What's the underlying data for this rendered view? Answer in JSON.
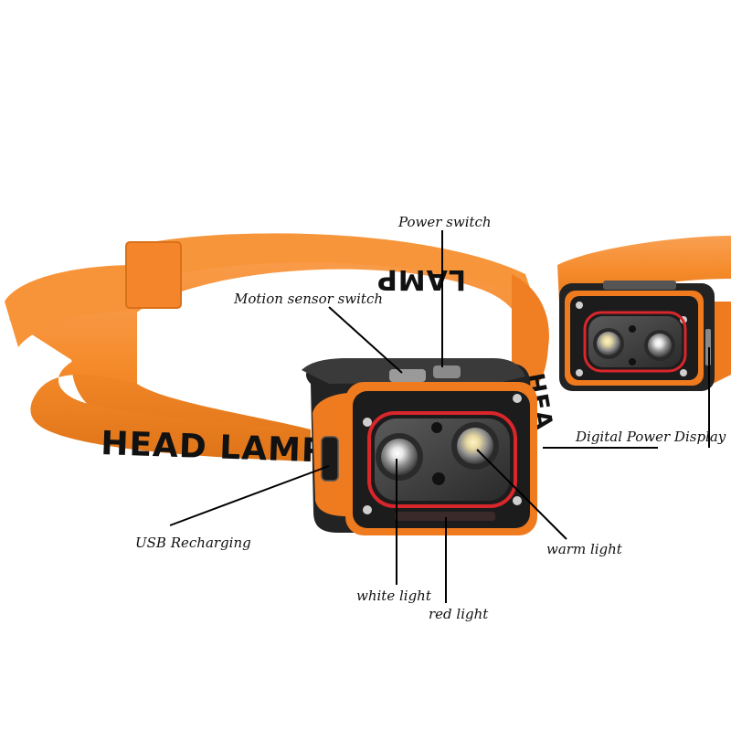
{
  "product": {
    "strap_text": "HEAD LAMP",
    "strap_text_back": "LAMP",
    "strap_text_side": "HEA"
  },
  "callouts": {
    "power_switch": "Power switch",
    "motion_sensor_switch": "Motion sensor switch",
    "digital_power_display": "Digital Power Display",
    "usb_recharging": "USB Recharging",
    "warm_light": "warm light",
    "white_light": "white light",
    "red_light": "red light"
  },
  "colors": {
    "strap": "#F58A2A",
    "strap_shadow": "#D96E16",
    "housing": "#2B2B2B",
    "housing_orange": "#F07A1E",
    "lens_ring": "#D9262B",
    "leader_line": "#000000"
  }
}
